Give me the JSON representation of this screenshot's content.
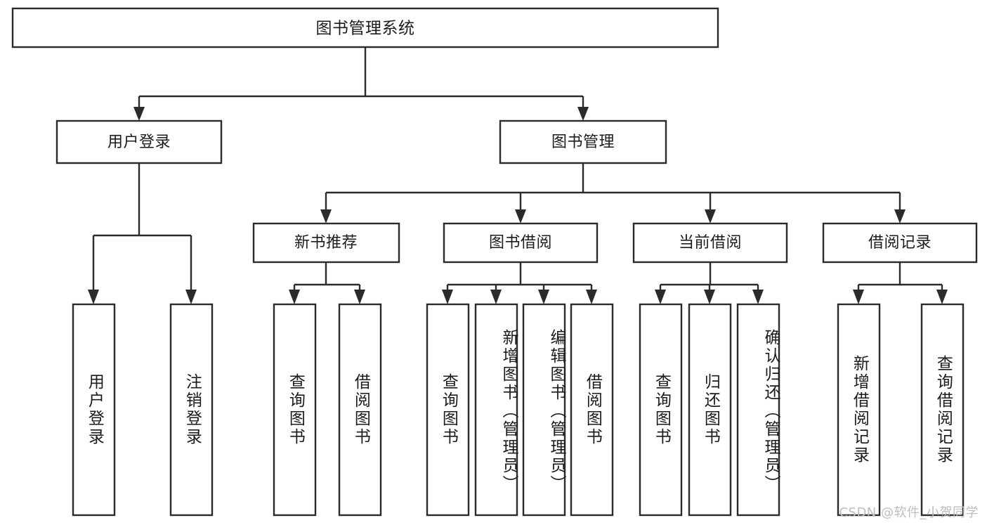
{
  "diagram": {
    "type": "tree-flowchart",
    "orientation": "top-down",
    "root": {
      "label": "图书管理系统"
    },
    "level1": [
      {
        "label": "用户登录"
      },
      {
        "label": "图书管理"
      }
    ],
    "level2": [
      {
        "label": "新书推荐"
      },
      {
        "label": "图书借阅"
      },
      {
        "label": "当前借阅"
      },
      {
        "label": "借阅记录"
      }
    ],
    "leaves": {
      "user_login": [
        {
          "label": "用户登录"
        },
        {
          "label": "注销登录"
        }
      ],
      "new_book_recommend": [
        {
          "label": "查询图书"
        },
        {
          "label": "借阅图书"
        }
      ],
      "book_borrow": [
        {
          "label": "查询图书"
        },
        {
          "label": "新增图书（管理员）"
        },
        {
          "label": "编辑图书（管理员）"
        },
        {
          "label": "借阅图书"
        }
      ],
      "current_borrow": [
        {
          "label": "查询图书"
        },
        {
          "label": "归还图书"
        },
        {
          "label": "确认归还（管理员）"
        }
      ],
      "borrow_record": [
        {
          "label": "新增借阅记录"
        },
        {
          "label": "查询借阅记录"
        }
      ]
    }
  },
  "watermark": {
    "text": "CSDN @软件_小贺同学"
  },
  "colors": {
    "stroke": "#2b2b2b",
    "fill": "#ffffff",
    "text": "#1b1b1b",
    "watermark": "#bdbdbd"
  }
}
